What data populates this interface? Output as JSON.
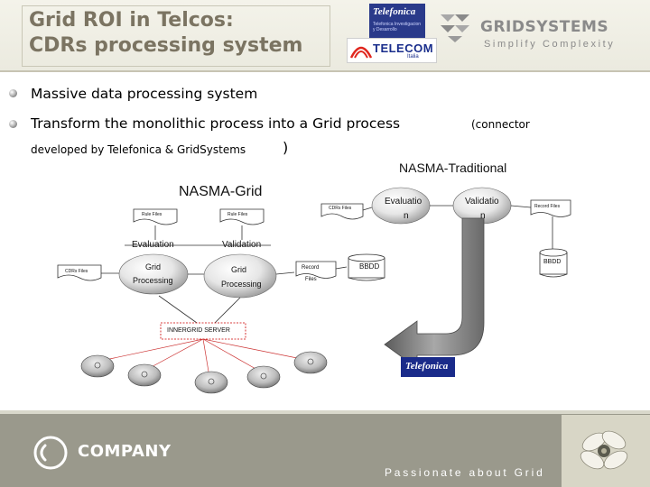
{
  "slide": {
    "title": "Grid ROI in Telcos:\nCDRs processing system",
    "bullets": [
      "Massive data processing system",
      "Transform the monolithic process into a Grid process"
    ],
    "bullet2_note": "(connector",
    "bullet2_continuation": "developed by Telefonica & GridSystems",
    "bullet2_close": ")"
  },
  "logos": {
    "telefonica": "Telefonica",
    "telefonica_tagline": "Telefonica Investigacion y Desarrollo",
    "telecom": "TELECOM",
    "telecom_sub": "Italia",
    "gridsystems": "GRIDSYSTEMS",
    "gridsystems_tagline": "Simplify Complexity",
    "telefonica_small": "Telefonica"
  },
  "diagram": {
    "traditional_title": "NASMA-Traditional",
    "grid_title": "NASMA-Grid",
    "traditional": {
      "cdrs_files": "CDRs Files",
      "evaluation_1": "Evaluatio",
      "evaluation_2": "n",
      "validation_1": "Validatio",
      "validation_2": "n",
      "record_files": "Record Files",
      "bbdd": "BBDD"
    },
    "grid": {
      "rule_files_1": "Rule Files",
      "rule_files_2": "Rule Files",
      "evaluation": "Evaluation",
      "validation": "Validation",
      "cdrs_files": "CDRs Files",
      "grid_processing_1a": "Grid",
      "grid_processing_1b": "Processing",
      "grid_processing_2a": "Grid",
      "grid_processing_2b": "Processing",
      "record_files_1": "Record",
      "record_files_2": "Files",
      "bbdd": "BBDD",
      "server": "INNERGRID SERVER"
    }
  },
  "footer": {
    "company": "COMPANY",
    "tagline": "Passionate about Grid"
  },
  "colors": {
    "title": "#7b7462",
    "header_bg": "#ebeadf",
    "footer_bg": "#9a998c",
    "telefonica_blue": "#2a3a8a",
    "arrow_gray": "#8f8f8f"
  }
}
